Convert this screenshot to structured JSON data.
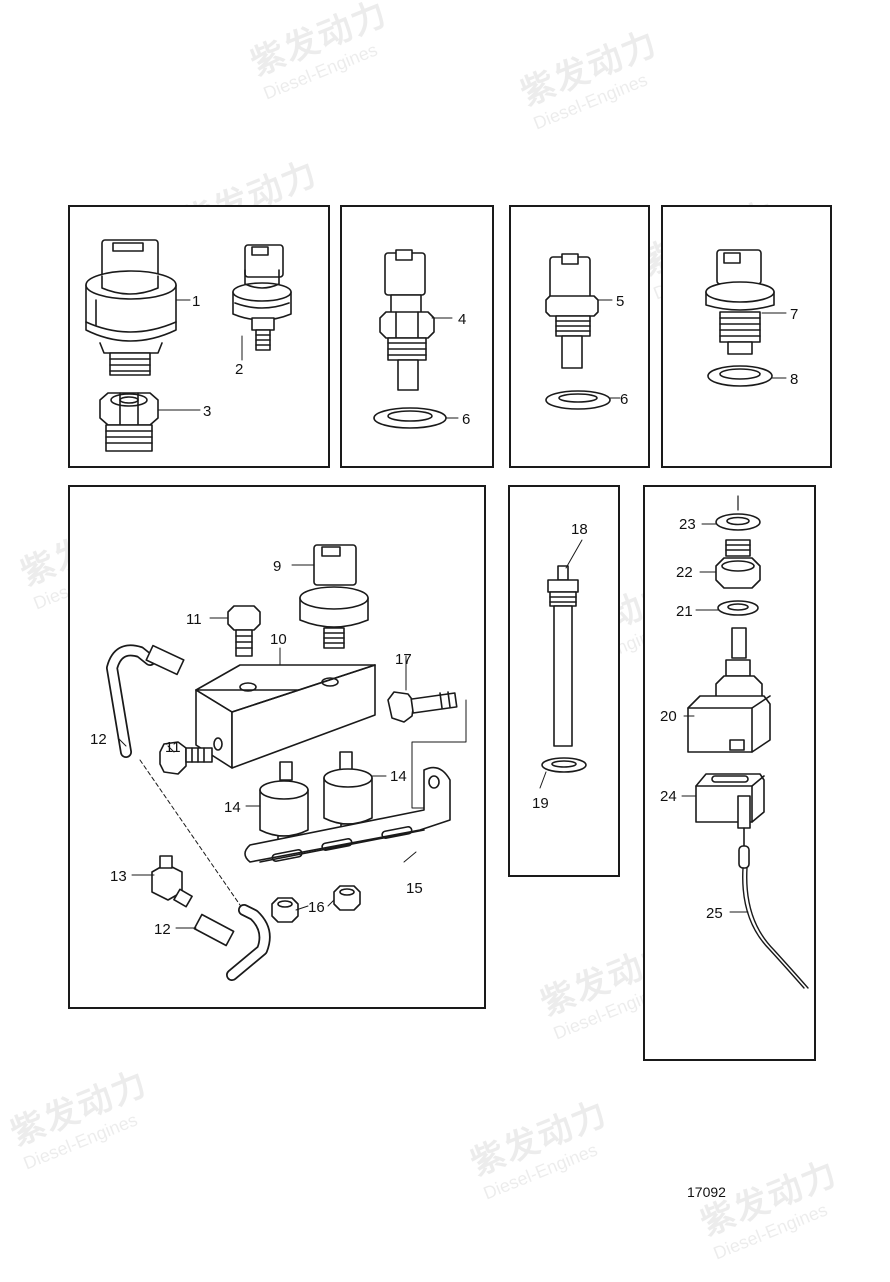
{
  "watermark": {
    "brand_cn": "紫发动力",
    "brand_en": "Diesel-Engines"
  },
  "callouts": {
    "c1": "1",
    "c2": "2",
    "c3": "3",
    "c4": "4",
    "c5": "5",
    "c6a": "6",
    "c6b": "6",
    "c7": "7",
    "c8": "8",
    "c9": "9",
    "c10": "10",
    "c11a": "11",
    "c11b": "11",
    "c12a": "12",
    "c12b": "12",
    "c13": "13",
    "c14a": "14",
    "c14b": "14",
    "c15": "15",
    "c16": "16",
    "c17": "17",
    "c18": "18",
    "c19": "19",
    "c20": "20",
    "c21": "21",
    "c22": "22",
    "c23": "23",
    "c24": "24",
    "c25": "25"
  },
  "drawing_number": "17092"
}
